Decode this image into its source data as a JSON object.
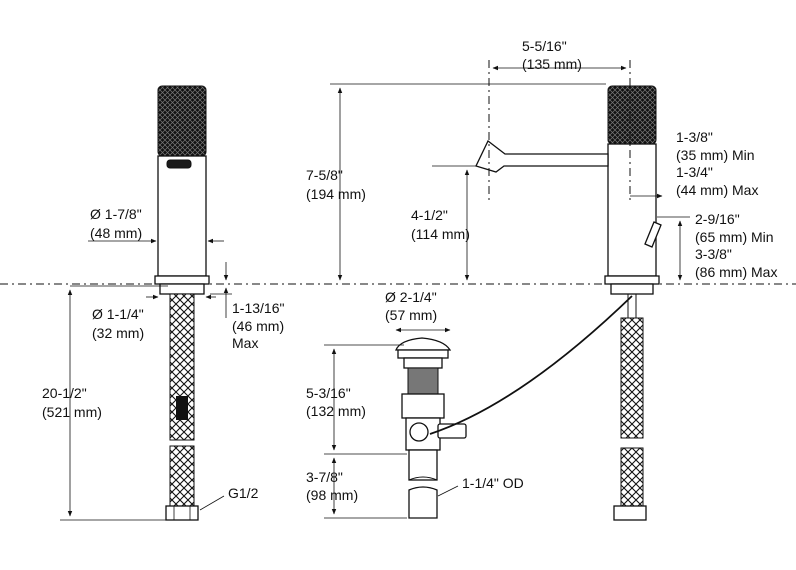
{
  "dimensions": {
    "spout_reach": {
      "in": "5-5/16\"",
      "mm": "(135 mm)"
    },
    "overall_height": {
      "in": "7-5/8\"",
      "mm": "(194 mm)"
    },
    "spout_height": {
      "in": "4-1/2\"",
      "mm": "(114 mm)"
    },
    "body_diameter": {
      "in": "Ø 1-7/8\"",
      "mm": "(48 mm)"
    },
    "base_diameter": {
      "in": "Ø 1-1/4\"",
      "mm": "(32 mm)"
    },
    "deck_thickness": {
      "in": "1-13/16\"",
      "mm": "(46 mm)",
      "note": "Max"
    },
    "hose_length": {
      "in": "20-1/2\"",
      "mm": "(521 mm)"
    },
    "connection": {
      "label": "G1/2"
    },
    "drain_diameter": {
      "in": "Ø 2-1/4\"",
      "mm": "(57 mm)"
    },
    "drain_height": {
      "in": "5-3/16\"",
      "mm": "(132 mm)"
    },
    "tailpiece_length": {
      "in": "3-7/8\"",
      "mm": "(98 mm)"
    },
    "tailpiece_od": {
      "label": "1-1/4\" OD"
    },
    "handle_offset": {
      "in_min": "1-3/8\"",
      "mm_min": "(35 mm) Min",
      "in_max": "1-3/4\"",
      "mm_max": "(44 mm) Max"
    },
    "lift_rod": {
      "in_min": "2-9/16\"",
      "mm_min": "(65 mm) Min",
      "in_max": "3-3/8\"",
      "mm_max": "(86 mm) Max"
    }
  },
  "colors": {
    "line": "#111111",
    "fill": "#ffffff"
  }
}
